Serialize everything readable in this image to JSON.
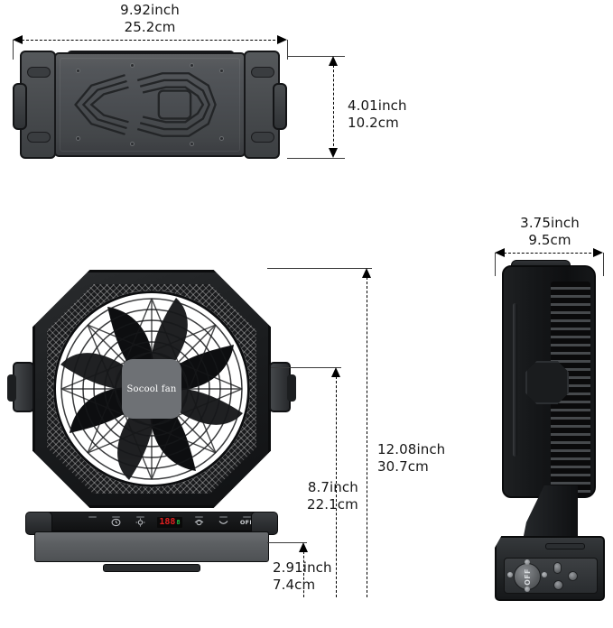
{
  "product": {
    "brand_label": "Socool fan",
    "control_panel": {
      "off_label": "OFF",
      "display_value": "188",
      "display_unit": "8",
      "buttons": [
        {
          "name": "night-mode-button",
          "icon": "moon-icon"
        },
        {
          "name": "timer-button",
          "icon": "clock-icon"
        },
        {
          "name": "light-button",
          "icon": "lamp-icon"
        },
        {
          "name": "oscillation-button",
          "icon": "oscillate-icon"
        },
        {
          "name": "speed-button",
          "icon": "wind-icon"
        },
        {
          "name": "power-off-button",
          "icon": "off-icon"
        }
      ]
    },
    "base_dial": {
      "center_label": "OFF"
    }
  },
  "dimensions": {
    "top_width": {
      "inch": "9.92inch",
      "cm": "25.2cm"
    },
    "top_depth": {
      "inch": "4.01inch",
      "cm": "10.2cm"
    },
    "side_width": {
      "inch": "3.75inch",
      "cm": "9.5cm"
    },
    "total_height": {
      "inch": "12.08inch",
      "cm": "30.7cm"
    },
    "fan_height": {
      "inch": "8.7inch",
      "cm": "22.1cm"
    },
    "base_height": {
      "inch": "2.91inch",
      "cm": "7.4cm"
    }
  },
  "colors": {
    "background": "#ffffff",
    "line": "#000000",
    "text": "#161616",
    "body_dark": "#16181a",
    "body_mid": "#5c5f62",
    "led_red": "#e02020",
    "led_green": "#21c44a"
  }
}
